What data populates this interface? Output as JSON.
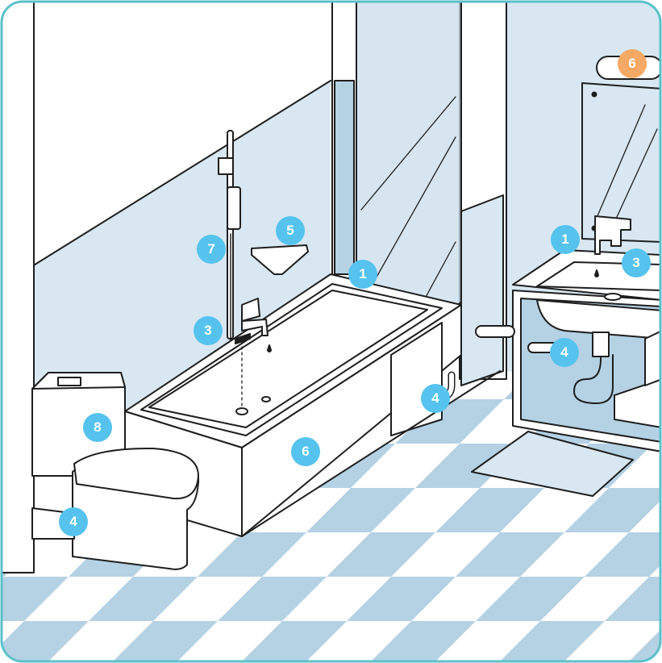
{
  "colors": {
    "frame": "#5bc1c9",
    "wall": "#d8e7f1",
    "tile": "#b5d1e4",
    "outline": "#1e1e1e",
    "marker_blue": "#56c3ee",
    "marker_orange": "#f6a965"
  },
  "markers": [
    {
      "label": "1",
      "target": "glass-shower-screen",
      "color": "blue"
    },
    {
      "label": "1",
      "target": "washbasin",
      "color": "blue"
    },
    {
      "label": "3",
      "target": "bath-mixer-tap",
      "color": "blue"
    },
    {
      "label": "3",
      "target": "basin-mixer-tap",
      "color": "blue"
    },
    {
      "label": "4",
      "target": "toilet-waste-pipe",
      "color": "blue"
    },
    {
      "label": "4",
      "target": "bath-waste-pipe",
      "color": "blue"
    },
    {
      "label": "4",
      "target": "basin-waste-pipe",
      "color": "blue"
    },
    {
      "label": "5",
      "target": "towel-rail",
      "color": "blue"
    },
    {
      "label": "6",
      "target": "bath-panel",
      "color": "blue"
    },
    {
      "label": "6",
      "target": "mirror-light",
      "color": "orange"
    },
    {
      "label": "7",
      "target": "shower-handset",
      "color": "blue"
    },
    {
      "label": "8",
      "target": "toilet-cistern",
      "color": "blue"
    }
  ]
}
